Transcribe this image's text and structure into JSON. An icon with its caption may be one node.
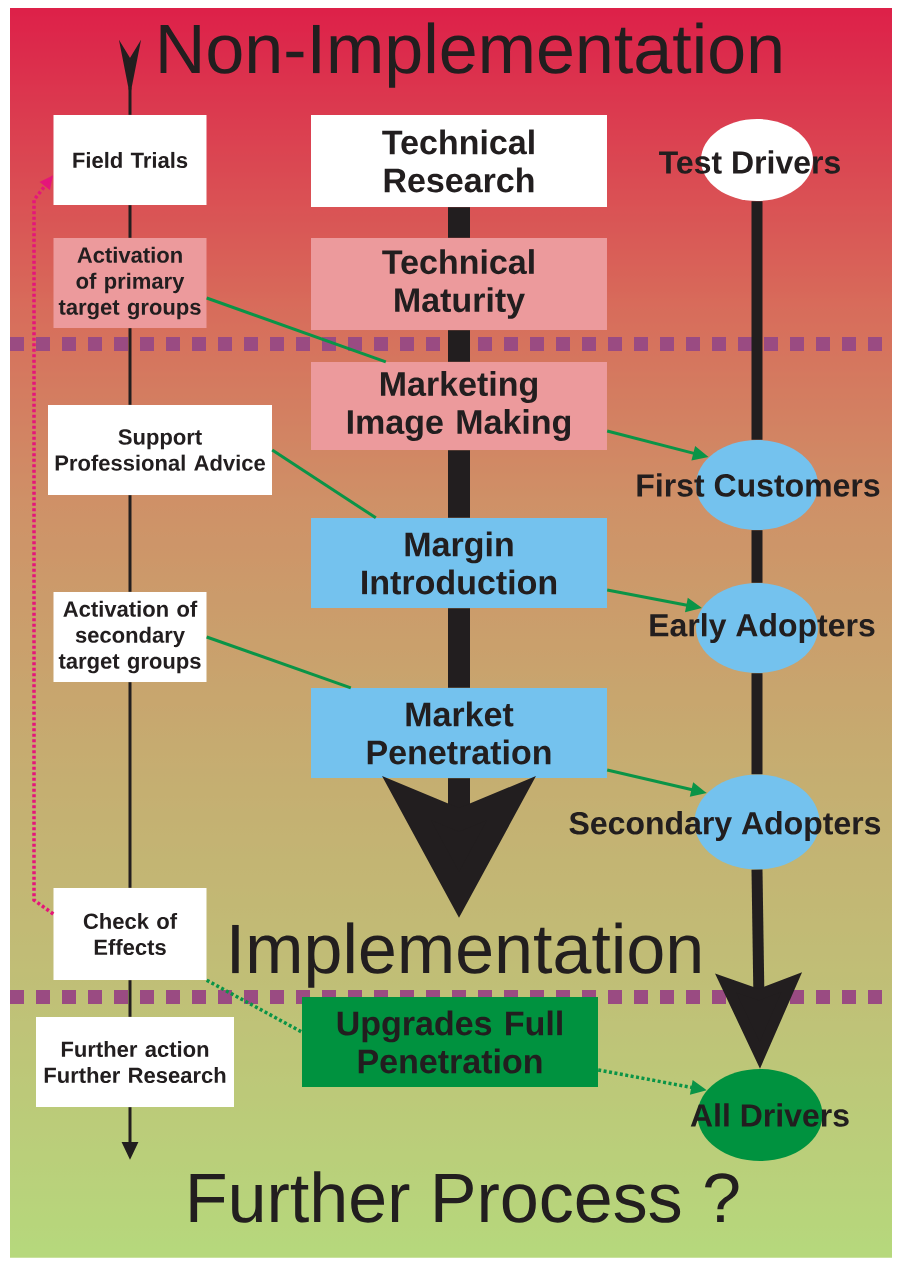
{
  "diagram": {
    "nodes": [
      {
        "text": [
          "Field Trials"
        ]
      },
      {
        "text": [
          "Technical Research"
        ]
      },
      {
        "text": [
          "Test Drivers"
        ]
      },
      {
        "text": [
          "Activation of primary target groups"
        ]
      },
      {
        "text": [
          "Technical Maturity"
        ]
      },
      {
        "text": [
          "Marketing Image Making"
        ]
      },
      {
        "text": [
          "Support Professional Advice"
        ]
      },
      {
        "text": [
          "First Customers"
        ]
      },
      {
        "text": [
          "Margin Introduction"
        ]
      },
      {
        "text": [
          "Activation of secondary target groups"
        ]
      },
      {
        "text": [
          "Early Adopters"
        ]
      },
      {
        "text": [
          "Market Penetration"
        ]
      },
      {
        "text": [
          "Secondary Adopters"
        ]
      },
      {
        "text": [
          "Check of Effects"
        ]
      },
      {
        "text": [
          "Upgrades Full Penetration"
        ]
      },
      {
        "text": [
          "Further action Further Research"
        ]
      },
      {
        "text": [
          "All Drivers"
        ]
      }
    ],
    "edges": [
      {
        "from": null,
        "to": 0,
        "arrow": "other"
      },
      {
        "from": 0,
        "to": 3,
        "arrow": "none"
      },
      {
        "from": 3,
        "to": 6,
        "arrow": "none"
      },
      {
        "from": 6,
        "to": 9,
        "arrow": "none"
      },
      {
        "from": 9,
        "to": 13,
        "arrow": "none"
      },
      {
        "from": 13,
        "to": 15,
        "arrow": "none"
      },
      {
        "from": 15,
        "to": null,
        "arrow": "to"
      },
      {
        "from": 1,
        "to": 4,
        "arrow": "none",
        "style": "thick"
      },
      {
        "from": 4,
        "to": 5,
        "arrow": "none",
        "style": "thick"
      },
      {
        "from": 5,
        "to": 8,
        "arrow": "none",
        "style": "thick"
      },
      {
        "from": 8,
        "to": 11,
        "arrow": "none",
        "style": "thick"
      },
      {
        "from": 11,
        "to": null,
        "arrow": "to",
        "style": "thick"
      },
      {
        "from": 2,
        "to": 7,
        "arrow": "none",
        "style": "thick"
      },
      {
        "from": 7,
        "to": 10,
        "arrow": "none",
        "style": "thick"
      },
      {
        "from": 10,
        "to": 12,
        "arrow": "none",
        "style": "thick"
      },
      {
        "from": 12,
        "to": 16,
        "arrow": "to",
        "style": "thick"
      },
      {
        "from": 3,
        "to": 5,
        "arrow": "none",
        "color": "#0a9447"
      },
      {
        "from": 5,
        "to": 7,
        "arrow": "to",
        "color": "#0a9447"
      },
      {
        "from": 6,
        "to": 8,
        "arrow": "none",
        "color": "#0a9447"
      },
      {
        "from": 8,
        "to": 10,
        "arrow": "to",
        "color": "#0a9447"
      },
      {
        "from": 9,
        "to": 11,
        "arrow": "none",
        "color": "#0a9447"
      },
      {
        "from": 11,
        "to": 12,
        "arrow": "to",
        "color": "#0a9447"
      },
      {
        "from": 13,
        "to": 14,
        "arrow": "none",
        "style": "dashed",
        "color": "#0a9447"
      },
      {
        "from": 14,
        "to": 16,
        "arrow": "to",
        "style": "dashed",
        "color": "#0a9447"
      },
      {
        "from": 13,
        "to": 0,
        "arrow": "to",
        "style": "dashed",
        "color": "#e5157a"
      }
    ],
    "labels": [
      "Non-Implementation",
      "Implementation",
      "Further Process ?"
    ]
  }
}
